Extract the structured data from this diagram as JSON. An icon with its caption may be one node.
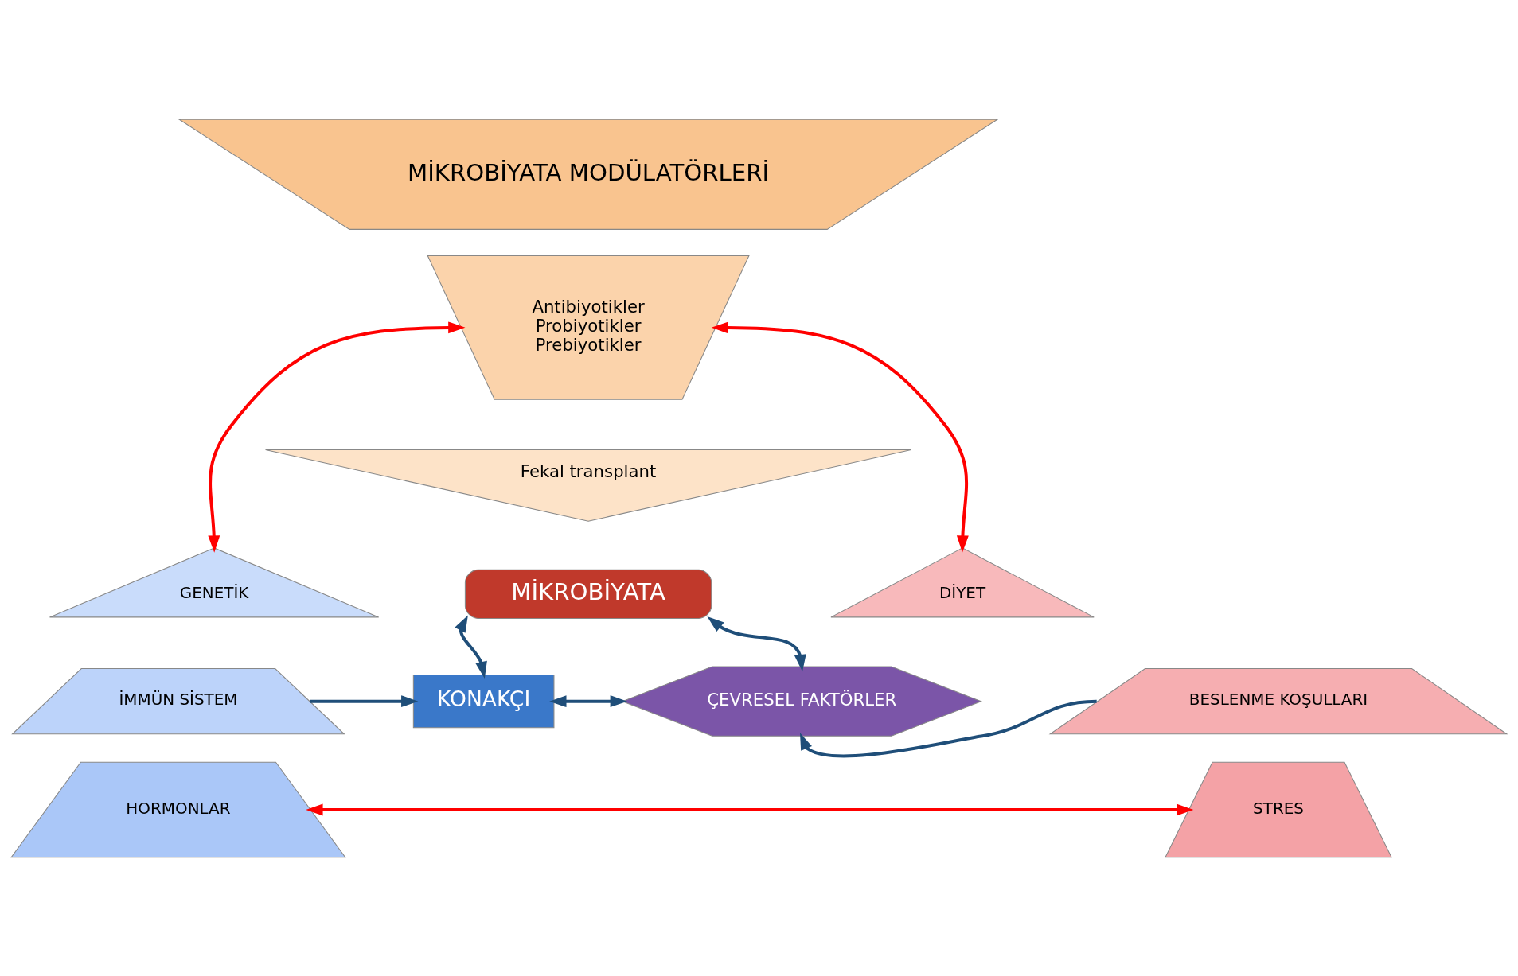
{
  "diagram": {
    "nodes": [
      {
        "text": [
          "MİKROBİYATA MODÜLATÖRLERİ"
        ]
      },
      {
        "text": [
          "Antibiyotikler",
          "Probiyotikler",
          "Prebiyotikler"
        ]
      },
      {
        "text": [
          "Fekal transplant"
        ]
      },
      {
        "text": [
          "MİKROBİYATA"
        ]
      },
      {
        "text": [
          "GENETİK"
        ]
      },
      {
        "text": [
          "İMMÜN SİSTEM"
        ]
      },
      {
        "text": [
          "HORMONLAR"
        ]
      },
      {
        "text": [
          "KONAKÇI"
        ]
      },
      {
        "text": [
          "ÇEVRESEL FAKTÖRLER"
        ]
      },
      {
        "text": [
          "DİYET"
        ]
      },
      {
        "text": [
          "BESLENME KOŞULLARI"
        ]
      },
      {
        "text": [
          "STRES"
        ]
      }
    ],
    "edges": [
      {
        "from": 1,
        "to": 4,
        "arrow": "both",
        "color": "#ff0000"
      },
      {
        "from": 1,
        "to": 9,
        "arrow": "both",
        "color": "#ff0000"
      },
      {
        "from": 3,
        "to": 7,
        "arrow": "both"
      },
      {
        "from": 3,
        "to": 8,
        "arrow": "both"
      },
      {
        "from": 7,
        "to": 8,
        "arrow": "both"
      },
      {
        "from": 5,
        "to": 7,
        "arrow": "to"
      },
      {
        "from": 10,
        "to": 8,
        "arrow": "to"
      },
      {
        "from": 6,
        "to": 11,
        "arrow": "both",
        "color": "#ff0000"
      }
    ]
  }
}
